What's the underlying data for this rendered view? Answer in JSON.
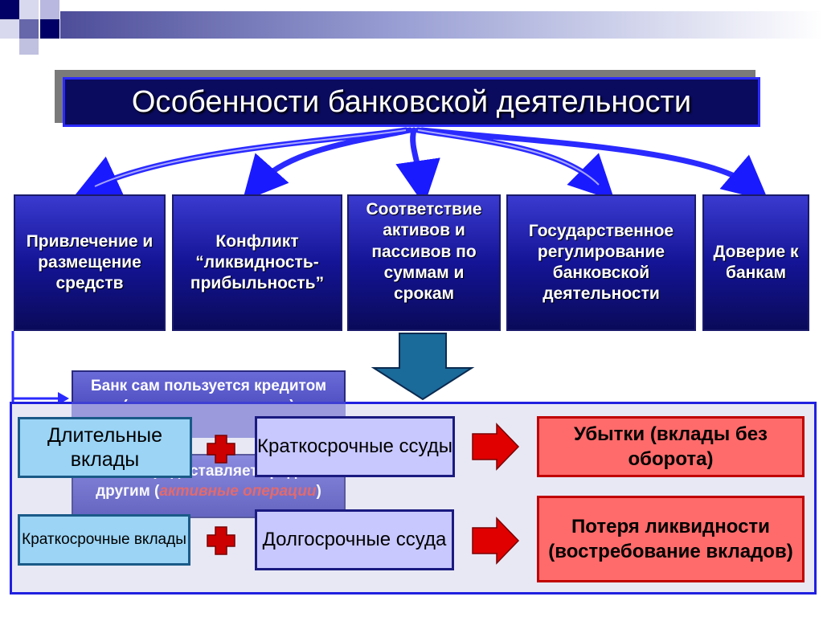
{
  "title": "Особенности банковской деятельности",
  "features": [
    {
      "label": "Привлечение и размещение средств"
    },
    {
      "label": "Конфликт “ликвидность-прибыльность”"
    },
    {
      "label": "Соответствие активов и пассивов по суммам и срокам"
    },
    {
      "label": "Государственное регулирование банковской деятельности"
    },
    {
      "label": "Доверие к банкам"
    }
  ],
  "credit_boxes": {
    "top_text": "Банк сам пользуется кредитом (",
    "top_italic": "пассивные операции",
    "top_end": ")",
    "bottom_text_a": "Банк предоставляет кредит другим (",
    "bottom_italic": "активные операции",
    "bottom_end": ")"
  },
  "deposits": {
    "long": "Длительные вклады",
    "short": "Краткосрочные вклады"
  },
  "loans": {
    "short": "Краткосрочные ссуды",
    "long": "Долгосрочные ссуда"
  },
  "results": {
    "losses": "Убытки (вклады без оборота)",
    "liquidity": "Потеря ликвидности (востребование вкладов)"
  },
  "colors": {
    "title_bg": "#0a0a5e",
    "box_blue": "#141496",
    "panel_border": "#2020e0",
    "arrow_red": "#e00000",
    "plus_red": "#cc0000"
  }
}
